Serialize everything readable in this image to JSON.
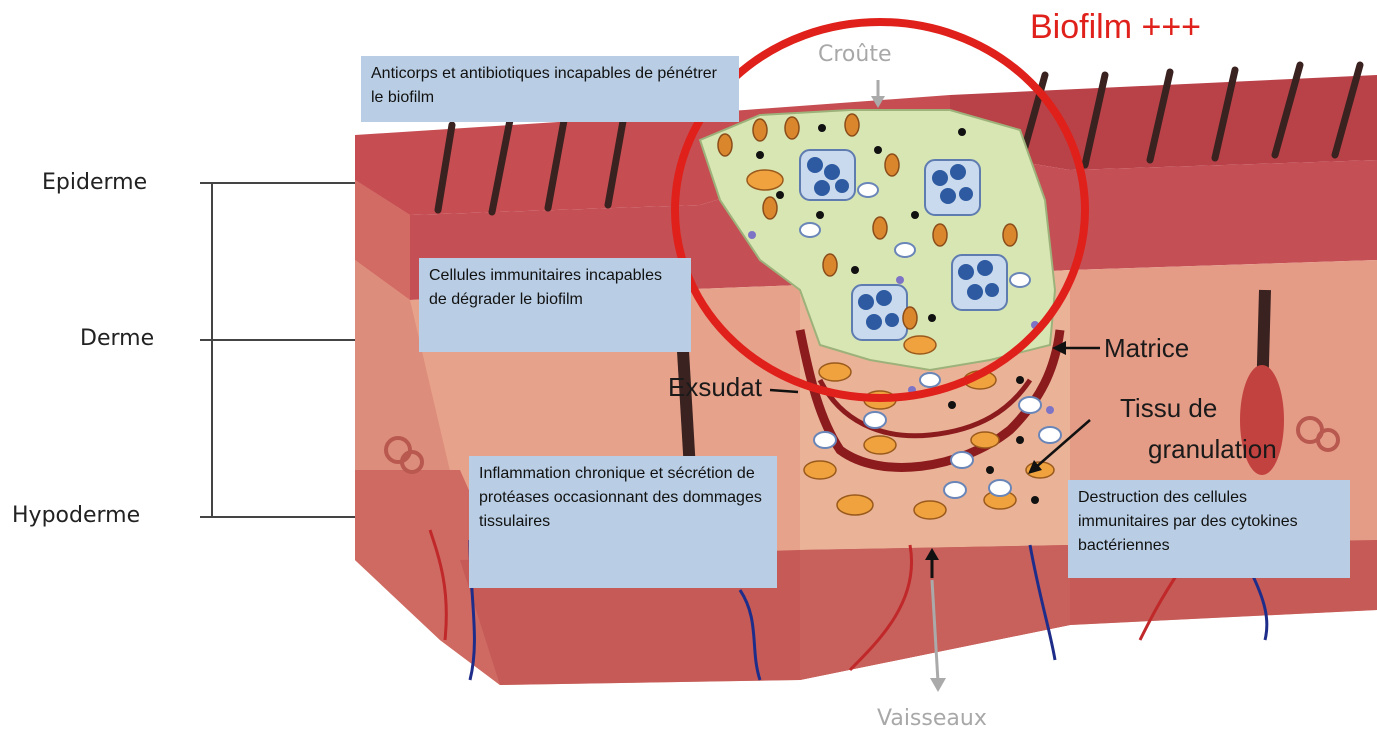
{
  "title": "Biofilm +++",
  "layers": {
    "epiderme": "Epiderme",
    "derme": "Derme",
    "hypoderme": "Hypoderme"
  },
  "callouts": {
    "antibodies": "Anticorps et antibiotiques incapables de pénétrer le biofilm",
    "immune_cells": "Cellules immunitaires incapables de dégrader le biofilm",
    "inflammation": "Inflammation chronique et sécrétion de protéases occasionnant des dommages tissulaires",
    "destruction": "Destruction des cellules immunitaires par des cytokines bactériennes"
  },
  "labels": {
    "croute": "Croûte",
    "matrice": "Matrice",
    "exsudat": "Exsudat",
    "tissu_line1": "Tissu de",
    "tissu_line2": "granulation",
    "vaisseaux": "Vaisseaux"
  },
  "colors": {
    "skin_top": "#c9545a",
    "skin_body": "#e8a58e",
    "hypoderm": "#c85a57",
    "biofilm": "#d7e4b6",
    "circle": "#e0201a",
    "callout_bg": "#b9cee4"
  }
}
